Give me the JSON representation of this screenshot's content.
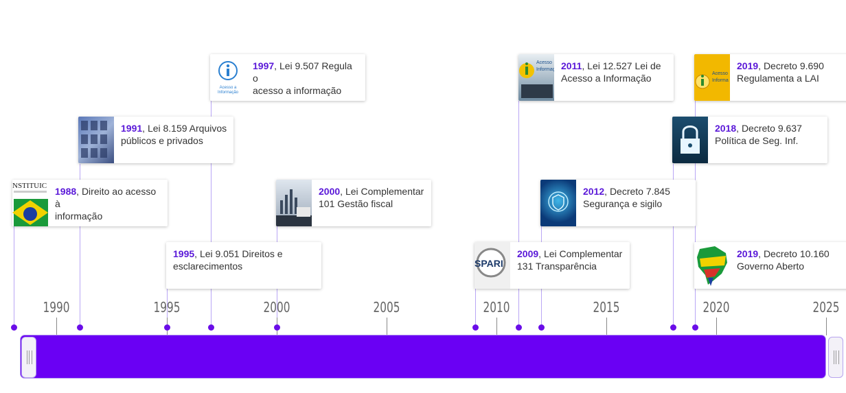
{
  "axis": {
    "labels": [
      "1990",
      "1995",
      "2000",
      "2005",
      "2010",
      "2015",
      "2020",
      "2025"
    ]
  },
  "events": [
    {
      "year": "1988",
      "desc": "Direito ao acesso à\ninformação",
      "icon": "constitution-flag-icon"
    },
    {
      "year": "1991",
      "desc": "Lei 8.159 Arquivos\npúblicos e privados",
      "icon": "archive-files-icon"
    },
    {
      "year": "1995",
      "desc": "Lei 9.051 Direitos e\nesclarecimentos",
      "icon": ""
    },
    {
      "year": "1997",
      "desc": "Lei 9.507 Regula o\nacesso a informação",
      "icon": "access-information-icon",
      "thumb_caption": "Acesso à\nInformação"
    },
    {
      "year": "2000",
      "desc": "Lei Complementar\n101 Gestão fiscal",
      "icon": "fiscal-chart-icon"
    },
    {
      "year": "2009",
      "desc": "Lei Complementar\n131 Transparência",
      "icon": "transparency-magnifier-icon",
      "thumb_caption": "SPARI"
    },
    {
      "year": "2011",
      "desc": "Lei 12.527 Lei de\nAcesso a Informação",
      "icon": "access-info-keyboard-icon",
      "thumb_caption": "Acesso à\nInformaç"
    },
    {
      "year": "2012",
      "desc": "Decreto 7.845\nSegurança e sigilo",
      "icon": "security-shield-icon"
    },
    {
      "year": "2018",
      "desc": "Decreto 9.637\nPolítica de Seg. Inf.",
      "icon": "padlock-icon"
    },
    {
      "year": "2019",
      "desc": "Decreto 9.690\nRegulamenta a LAI",
      "icon": "lai-info-icon",
      "thumb_caption": "Acesso à\nInforma"
    },
    {
      "year": "2019",
      "desc": "Decreto 10.160\nGoverno Aberto",
      "icon": "brazil-map-icon"
    }
  ],
  "colors": {
    "accent": "#6a00f4",
    "year": "#5a18d8",
    "line": "#b9a6f5"
  }
}
